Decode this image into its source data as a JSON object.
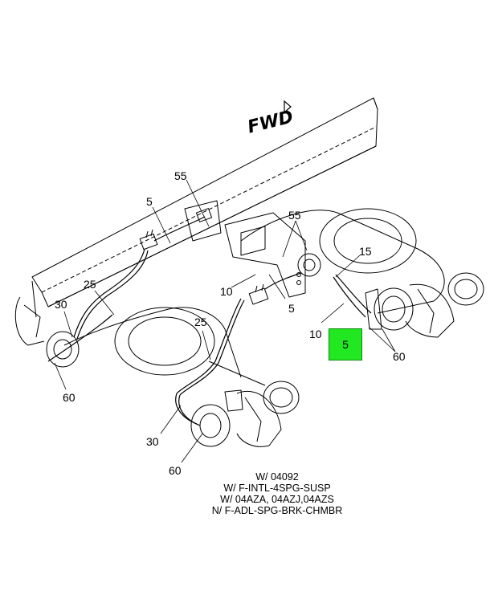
{
  "direction_label": "FWD",
  "callouts": {
    "c55_top": "55",
    "c5_upper_left": "5",
    "c55_right": "55",
    "c15": "15",
    "c25_left": "25",
    "c30_left": "30",
    "c10_mid": "10",
    "c5_mid": "5",
    "c25_center": "25",
    "c10_right": "10",
    "c60_right": "60",
    "c60_left": "60",
    "c30_bottom": "30",
    "c60_bottom": "60"
  },
  "highlighted_callout": "5",
  "highlight_color": "#22e822",
  "notes": [
    "W/ 04092",
    "W/ F-INTL-4SPG-SUSP",
    "W/ 04AZA, 04AZJ,04AZS",
    "N/ F-ADL-SPG-BRK-CHMBR"
  ]
}
